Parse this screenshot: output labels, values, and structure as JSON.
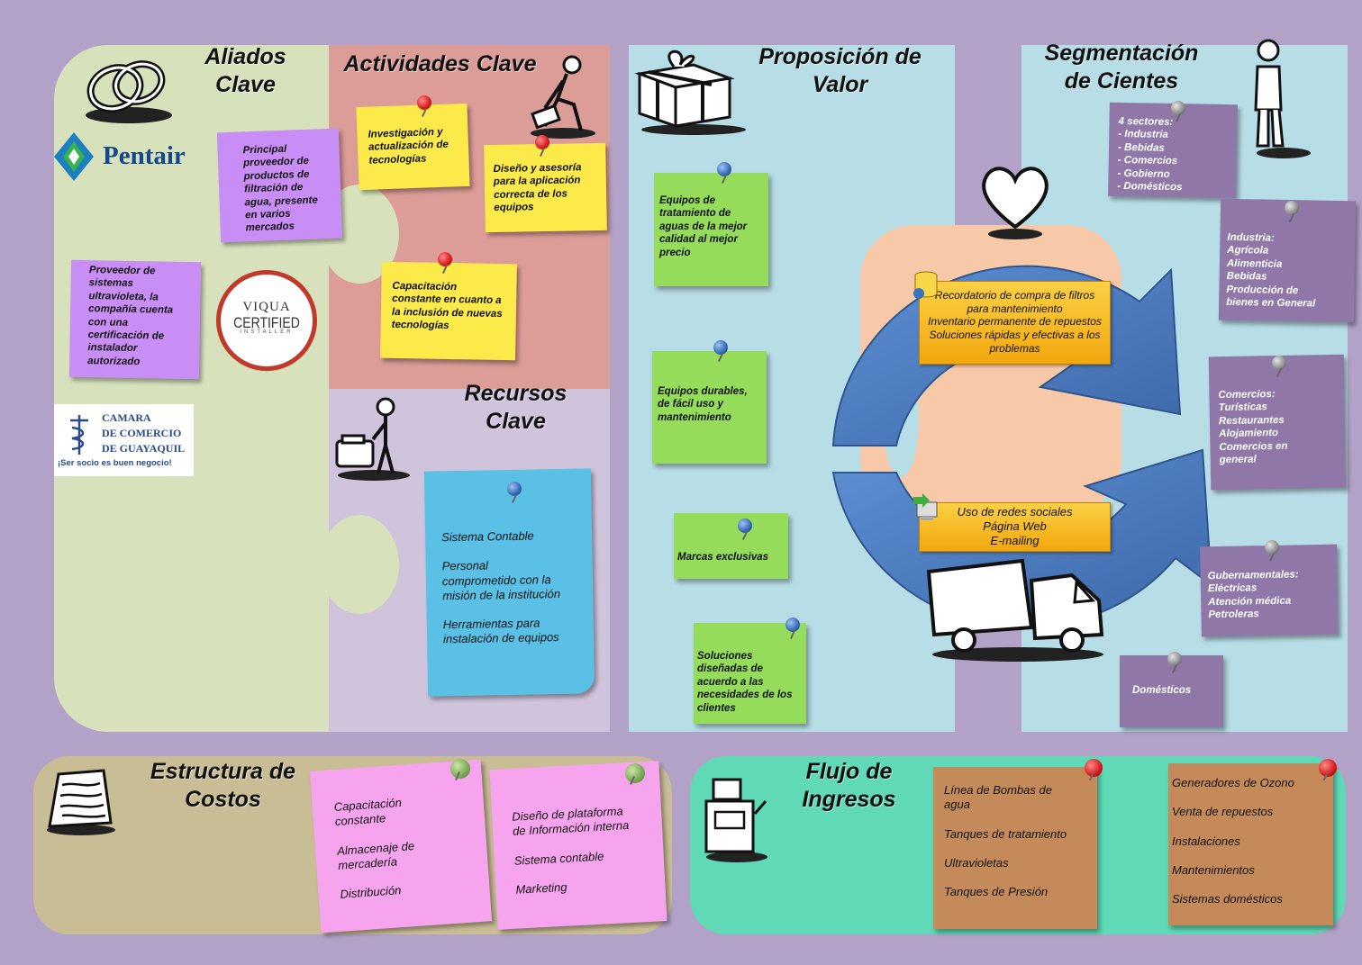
{
  "sections": {
    "aliados": "Aliados\nClave",
    "actividades": "Actividades Clave",
    "recursos": "Recursos\nClave",
    "propuesta": "Proposición de\nValor",
    "segmentacion": "Segmentación\nde Cientes",
    "costos": "Estructura de\nCostos",
    "ingresos": "Flujo de\nIngresos"
  },
  "aliados": {
    "pentair_logo": "Pentair",
    "pentair_note": "Principal\nproveedor de\nproductos de\nfiltración de\nagua, presente\nen varios\nmercados",
    "viqua_note": "Proveedor de\nsistemas\nultravioleta, la\ncompañía cuenta\ncon una\ncertificación de\ninstalador\nautorizado",
    "viqua_logo": {
      "line1": "VIQUA",
      "line2": "CERTIFIED",
      "line3": "INSTALLER"
    },
    "camara_logo": {
      "line1": "CAMARA",
      "line2": "DE COMERCIO",
      "line3": "DE GUAYAQUIL",
      "tagline": "¡Ser socio es buen negocio!"
    }
  },
  "actividades": [
    "Investigación y\nactualización de\ntecnologías",
    "Diseño y asesoría\npara la aplicación\ncorrecta de los\nequipos",
    "Capacitación\nconstante en cuanto a\nla inclusión de nuevas\ntecnologías"
  ],
  "recursos": {
    "items": [
      "Sistema Contable",
      "Personal\ncomprometido con la\nmisión de la institución",
      "Herramientas para\ninstalación de equipos"
    ]
  },
  "propuesta": [
    "Equipos de\ntratamiento de\naguas de la mejor\ncalidad al mejor\nprecio",
    "Equipos durables,\nde fácil uso y\nmantenimiento",
    "Marcas exclusivas",
    "Soluciones\ndiseñadas de\nacuerdo a las\nnecesidades de los\nclientes"
  ],
  "relaciones": {
    "box1": "Recordatorio de compra de filtros\npara mantenimiento\nInventario permanente de repuestos\nSoluciones rápidas y efectivas a los\nproblemas",
    "box2": "Uso de redes sociales\nPágina Web\nE-mailing"
  },
  "segmentos": [
    "4 sectores:\n- Industria\n- Bebidas\n- Comercios\n- Gobierno\n- Domésticos",
    "Industria:\nAgrícola\nAlimenticia\nBebidas\nProducción de\nbienes en General",
    "Comercios:\nTurísticas\nRestaurantes\nAlojamiento\nComercios en\ngeneral",
    "Gubernamentales:\nEléctricas\nAtención médica\nPetroleras",
    "Domésticos"
  ],
  "costos": {
    "note1": [
      "Capacitación\nconstante",
      "Almacenaje de\nmercadería",
      "Distribución"
    ],
    "note2": [
      "Diseño de plataforma\nde Información interna",
      "Sistema contable",
      "Marketing"
    ]
  },
  "ingresos": {
    "note1": [
      "Línea de Bombas de\nagua",
      "Tanques de tratamiento",
      "Ultravioletas",
      "Tanques de Presión"
    ],
    "note2": [
      "Generadores de Ozono",
      "Venta de repuestos",
      "Instalaciones",
      "Mantenimientos",
      "Sistemas domésticos"
    ]
  },
  "colors": {
    "background": "#b3a2c8",
    "aliados": "#d7e2bd",
    "actividades": "#dc9c98",
    "recursos": "#cfc4dc",
    "propuesta": "#b7dde6",
    "segmentacion": "#b7dde6",
    "costos": "#c9bd96",
    "ingresos": "#5fd9b6",
    "arrow": "#4f7fc1"
  }
}
